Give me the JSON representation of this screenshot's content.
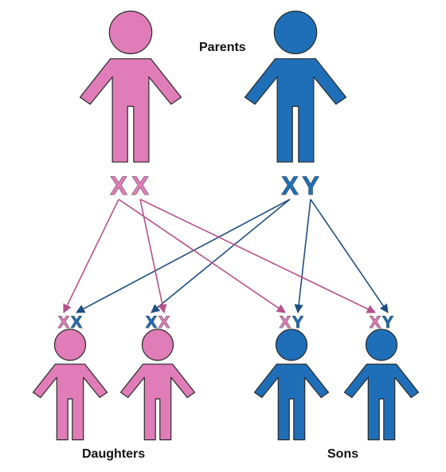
{
  "colors": {
    "female": "#e07cb8",
    "male": "#1f6fb8",
    "outline": "#2a2a2a",
    "arrow_female": "#b8508a",
    "arrow_male": "#1f4f82"
  },
  "labels": {
    "parents": "Parents",
    "daughters": "Daughters",
    "sons": "Sons"
  },
  "parents": [
    {
      "sex": "female",
      "chromosomes": [
        "X",
        "X"
      ]
    },
    {
      "sex": "male",
      "chromosomes": [
        "X",
        "Y"
      ]
    }
  ],
  "children": [
    {
      "group": "daughter",
      "chromosomes": [
        {
          "symbol": "X",
          "from": "mother"
        },
        {
          "symbol": "X",
          "from": "father"
        }
      ]
    },
    {
      "group": "daughter",
      "chromosomes": [
        {
          "symbol": "X",
          "from": "father"
        },
        {
          "symbol": "X",
          "from": "mother"
        }
      ]
    },
    {
      "group": "son",
      "chromosomes": [
        {
          "symbol": "X",
          "from": "mother"
        },
        {
          "symbol": "Y",
          "from": "father"
        }
      ]
    },
    {
      "group": "son",
      "chromosomes": [
        {
          "symbol": "X",
          "from": "mother"
        },
        {
          "symbol": "Y",
          "from": "father"
        }
      ]
    }
  ]
}
